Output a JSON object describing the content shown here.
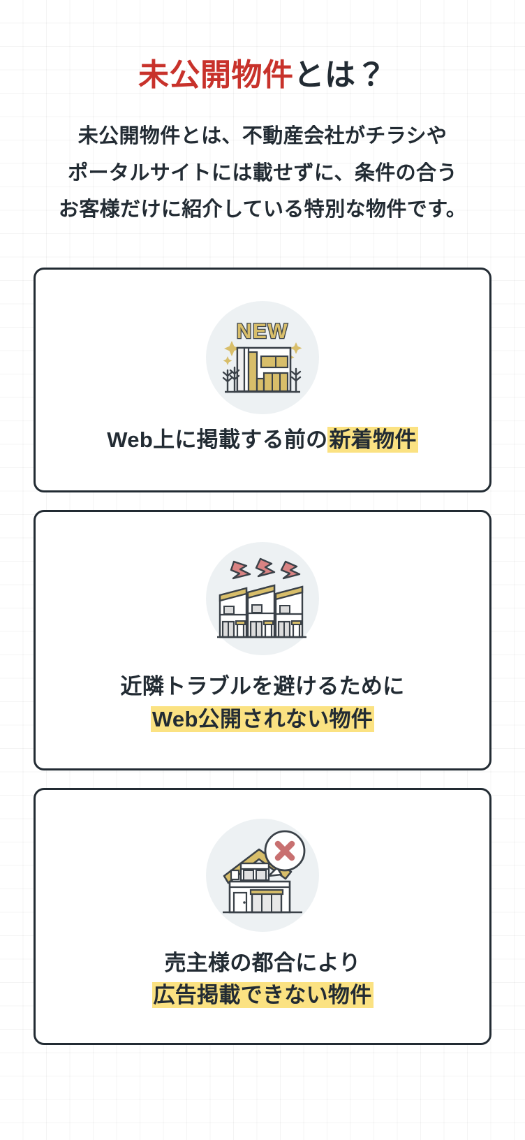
{
  "heading": {
    "highlight": "未公開物件",
    "rest": "とは？",
    "highlight_color": "#C8322B",
    "rest_color": "#222B33"
  },
  "lead": {
    "line1": "未公開物件とは、不動産会社がチラシや",
    "line2": "ポータルサイトには載せずに、条件の合う",
    "line3": "お客様だけに紹介している特別な物件です。"
  },
  "theme": {
    "border_color": "#222B33",
    "text_color": "#222B33",
    "marker_yellow": "#FBE282",
    "icon_circle_bg": "#EDF1F3",
    "accent_gold": "#C9A94E",
    "accent_red": "#C8322B",
    "bolt_red": "#D98383",
    "page_bg": "#FFFFFF"
  },
  "cards": [
    {
      "icon_name": "new-building-icon",
      "icon_label": "NEW",
      "caption_lines": [
        {
          "plain": "Web上に掲載する前の",
          "marked": "新着物件"
        }
      ]
    },
    {
      "icon_name": "neighbor-trouble-rowhouses-icon",
      "icon_label": "",
      "caption_lines": [
        {
          "plain": "近隣トラブルを避けるために",
          "marked": ""
        },
        {
          "plain": "",
          "marked": "Web公開されない物件"
        }
      ]
    },
    {
      "icon_name": "house-no-advertising-icon",
      "icon_label": "",
      "caption_lines": [
        {
          "plain": "売主様の都合により",
          "marked": ""
        },
        {
          "plain": "",
          "marked": "広告掲載できない物件"
        }
      ]
    }
  ]
}
